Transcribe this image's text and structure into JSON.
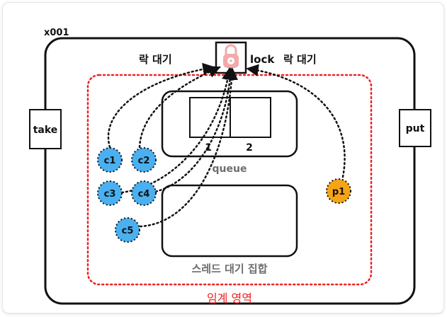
{
  "object_id": "x001",
  "methods": {
    "take": "take",
    "put": "put"
  },
  "lock": {
    "label": "lock"
  },
  "wait_lock_left": "락 대기",
  "wait_lock_right": "락 대기",
  "queue": {
    "label": "queue",
    "slots": [
      "1",
      "2"
    ]
  },
  "wait_set_label": "스레드 대기 집합",
  "critical_section_label": "임계 영역",
  "consumers": [
    "c1",
    "c2",
    "c3",
    "c4",
    "c5"
  ],
  "producers": [
    "p1"
  ],
  "colors": {
    "consumer": "#4ab0f0",
    "producer": "#f6a417",
    "critical_border": "#ee2222",
    "critical_label": "#ee2222",
    "lock_icon": "#f2aaaa",
    "muted_text": "#6d6d6d"
  }
}
